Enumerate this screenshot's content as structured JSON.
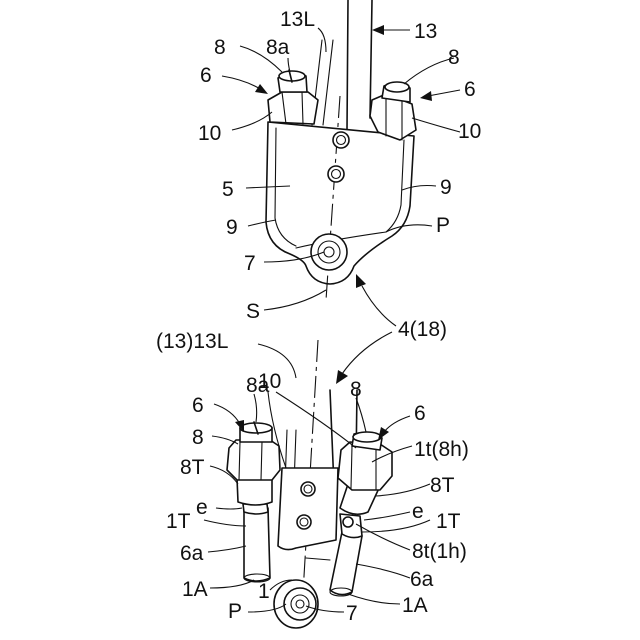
{
  "labels": {
    "rod_top": "13L",
    "rod_top_arrow": "13",
    "screw_left_top": "8",
    "slot_left_top": "8a",
    "screw_right_top": "8",
    "nut_left_top": "6",
    "nut_right_top": "6",
    "body_left_top": "10",
    "body_right_top": "10",
    "plate": "5",
    "side_right": "9",
    "side_left": "9",
    "point_top": "P",
    "pivot_top": "7",
    "line_s": "S",
    "assembly": "4(18)",
    "rod_bottom": "(13)13L",
    "slot_left_bot": "8a",
    "body_mid_bot": "10",
    "screw_right_bot": "8",
    "nut_left_bot": "6",
    "nut_right_bot": "6",
    "screw_left_bot": "8",
    "hole_right_bot": "1t(8h)",
    "thread_left_bot": "8T",
    "thread_right_bot": "8T",
    "gap_left": "e",
    "gap_right": "e",
    "tip_left": "1T",
    "tip_right": "1T",
    "thread_hole_right": "8t(1h)",
    "shaft_left": "6a",
    "shaft_right": "6a",
    "end_left": "1A",
    "end_right": "1A",
    "base": "1",
    "point_bot": "P",
    "pivot_bot": "7"
  }
}
